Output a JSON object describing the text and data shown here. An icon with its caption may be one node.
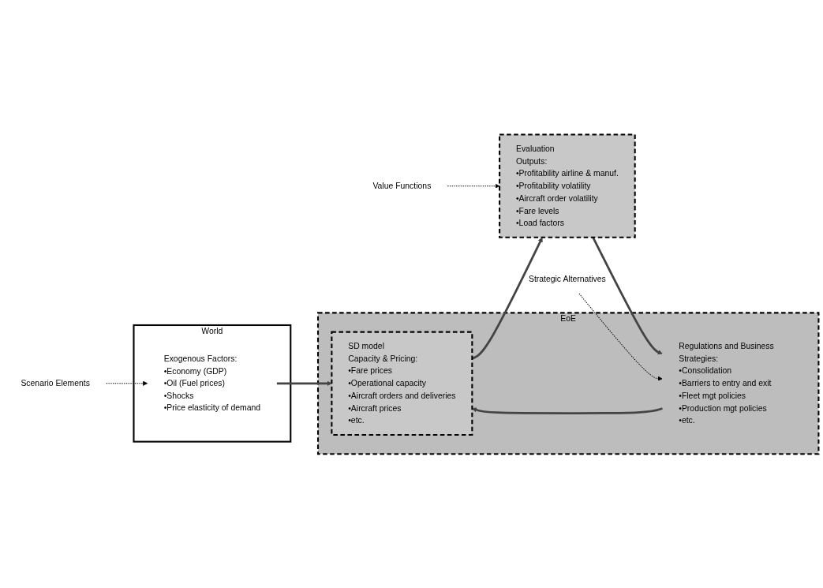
{
  "diagram": {
    "nodes": [
      {
        "text": [
          "World"
        ]
      },
      {
        "text": [
          "Exogenous Factors:",
          "•Economy (GDP)",
          "•Oil (Fuel prices)",
          "•Shocks",
          "•Price elasticity of demand"
        ],
        "in": 0
      },
      {
        "text": [
          "EoE"
        ]
      },
      {
        "text": [
          "Regulations and Business Strategies:",
          "•Consolidation",
          "•Barriers to entry and exit",
          "•Fleet mgt policies",
          "•Production mgt policies",
          "•etc."
        ],
        "in": 2
      },
      {
        "text": [
          "SD model",
          "Capacity & Pricing:",
          "•Fare prices",
          "•Operational capacity",
          "•Aircraft orders and deliveries",
          "•Aircraft prices",
          "•etc."
        ],
        "in": 2
      },
      {
        "text": [
          "Evaluation",
          "Outputs:",
          "•Profitability airline & manuf.",
          "•Profitability volatility",
          "•Aircraft order volatility",
          "•Fare levels",
          "•Load factors"
        ]
      },
      {
        "text": [
          "Scenario Elements"
        ]
      },
      {
        "text": [
          "Strategic Alternatives"
        ]
      },
      {
        "text": [
          "Value Functions"
        ]
      }
    ],
    "edges": [
      {
        "from": 1,
        "to": 4,
        "arrow": "to"
      },
      {
        "from": 3,
        "to": 4,
        "arrow": "to"
      },
      {
        "from": 4,
        "to": 5,
        "arrow": "to"
      },
      {
        "from": 5,
        "to": 3,
        "arrow": "to"
      },
      {
        "from": 6,
        "to": 1,
        "arrow": "to",
        "style": "dashed",
        "color": "#000000"
      },
      {
        "from": 7,
        "to": 3,
        "arrow": "to",
        "style": "dashed",
        "color": "#000000"
      },
      {
        "from": 8,
        "to": 5,
        "arrow": "to",
        "style": "dashed",
        "color": "#000000"
      }
    ]
  }
}
